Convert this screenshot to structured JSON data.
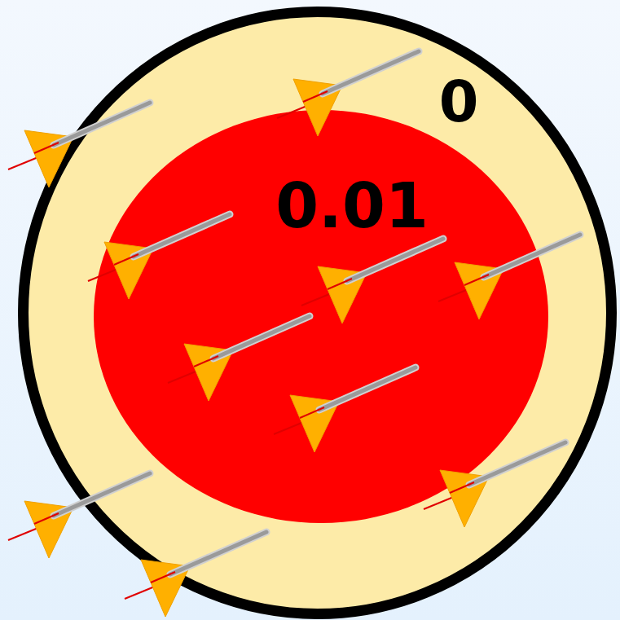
{
  "diagram": {
    "nodes": [
      {
        "text": [
          "0"
        ]
      },
      {
        "text": [
          "0.01"
        ],
        "in": 0
      }
    ]
  }
}
